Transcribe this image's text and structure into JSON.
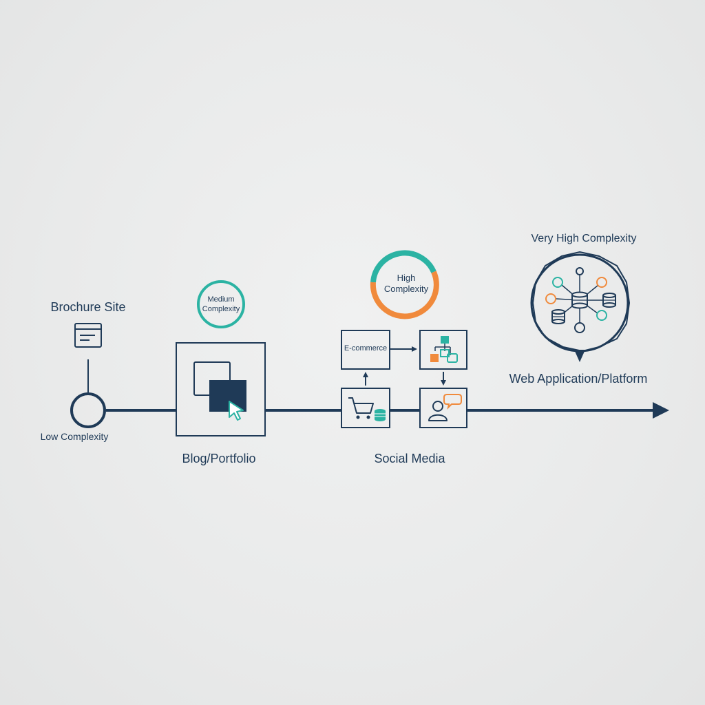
{
  "labels": {
    "brochure": "Brochure Site",
    "low": "Low Complexity",
    "medium": "Medium Complexity",
    "blog": "Blog/Portfolio",
    "high": "High Complexity",
    "ecommerce": "E-commerce",
    "social": "Social Media",
    "very_high": "Very High Complexity",
    "web": "Web Application/Platform"
  },
  "colors": {
    "navy": "#1f3a57",
    "teal": "#2bb3a3",
    "orange": "#f08a3c",
    "background": "#ebecec"
  },
  "icons": {
    "brochure": "document-icon",
    "blog": "window-cursor-icon",
    "ecommerce": "shopping-cart-icon",
    "sitemap": "sitemap-icon",
    "social": "user-chat-icon",
    "web": "network-hub-icon"
  }
}
